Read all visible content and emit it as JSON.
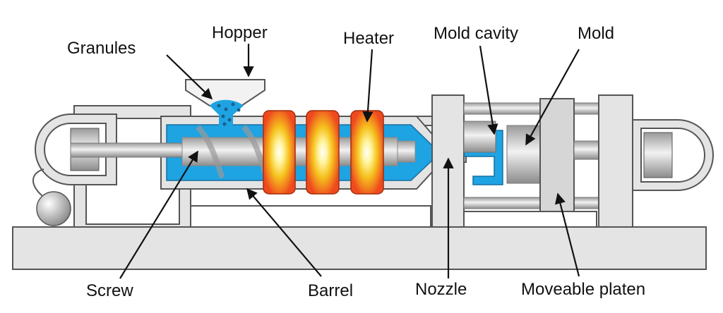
{
  "title": "Injection molding machine",
  "labels": {
    "granules": "Granules",
    "hopper": "Hopper",
    "heater": "Heater",
    "mold_cavity": "Mold cavity",
    "mold": "Mold",
    "screw": "Screw",
    "barrel": "Barrel",
    "nozzle": "Nozzle",
    "moveable_platen": "Moveable platen"
  },
  "colors": {
    "melt": "#1ea3e3",
    "heater": "#ee4a1e",
    "heater_core": "#fff6b0",
    "frame": "#e4e4e4",
    "outline": "#555555"
  }
}
